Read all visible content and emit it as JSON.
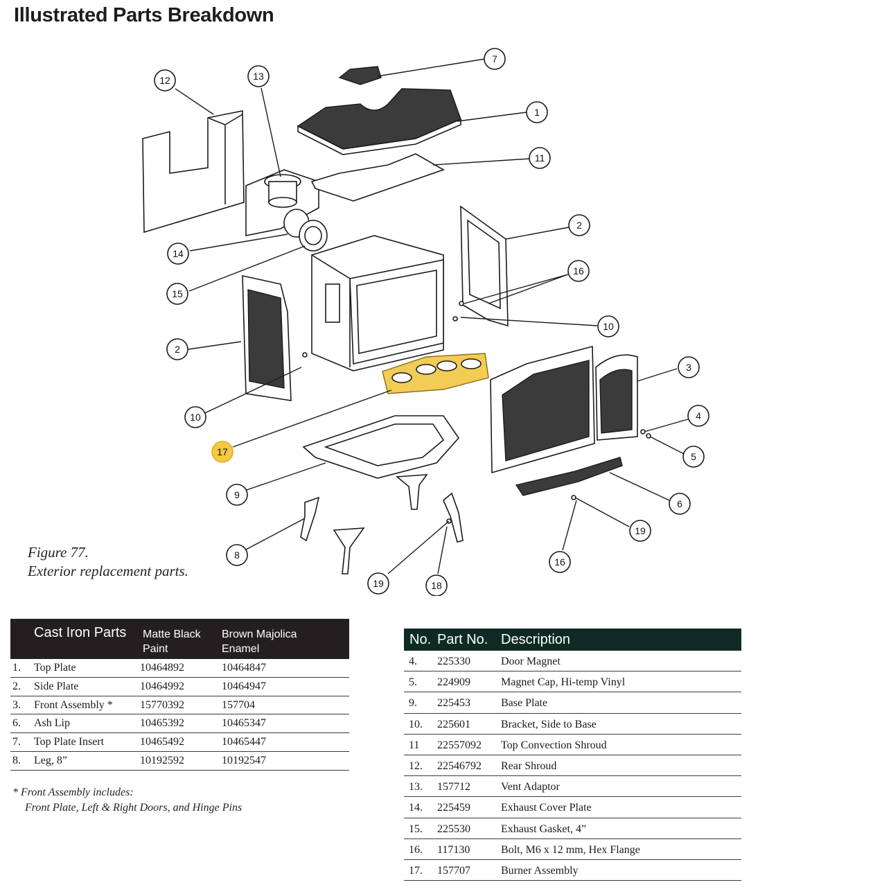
{
  "title": "Illustrated Parts Breakdown",
  "figure": {
    "label": "Figure 77.",
    "caption": "Exterior replacement parts."
  },
  "callouts": [
    "1",
    "2",
    "2",
    "3",
    "4",
    "5",
    "6",
    "7",
    "8",
    "9",
    "10",
    "10",
    "11",
    "12",
    "13",
    "14",
    "15",
    "16",
    "16",
    "17",
    "18",
    "19",
    "19"
  ],
  "highlight_color": "#f5c842",
  "cast_iron": {
    "header": {
      "name": "Cast Iron Parts",
      "matte_black": [
        "Matte Black",
        "Paint"
      ],
      "brown_majolica": [
        "Brown Majolica",
        "Enamel"
      ]
    },
    "rows": [
      {
        "no": "1.",
        "name": "Top Plate",
        "matte_black": "10464892",
        "brown_majolica": "10464847"
      },
      {
        "no": "2.",
        "name": "Side Plate",
        "matte_black": "10464992",
        "brown_majolica": "10464947"
      },
      {
        "no": "3.",
        "name": "Front Assembly *",
        "matte_black": "15770392",
        "brown_majolica": "157704"
      },
      {
        "no": "6.",
        "name": "Ash Lip",
        "matte_black": "10465392",
        "brown_majolica": "10465347"
      },
      {
        "no": "7.",
        "name": "Top Plate Insert",
        "matte_black": "10465492",
        "brown_majolica": "10465447"
      },
      {
        "no": "8.",
        "name": "Leg, 8”",
        "matte_black": "10192592",
        "brown_majolica": "10192547"
      }
    ],
    "note": [
      "*  Front Assembly includes:",
      "Front Plate, Left & Right Doors, and Hinge Pins"
    ]
  },
  "parts": {
    "header": {
      "no": "No.",
      "part_no": "Part No.",
      "description": "Description"
    },
    "rows": [
      {
        "no": "4.",
        "part_no": "225330",
        "description": "Door Magnet"
      },
      {
        "no": "5.",
        "part_no": "224909",
        "description": "Magnet Cap, Hi-temp Vinyl"
      },
      {
        "no": "9.",
        "part_no": "225453",
        "description": "Base Plate"
      },
      {
        "no": "10.",
        "part_no": "225601",
        "description": "Bracket, Side to Base"
      },
      {
        "no": "11",
        "part_no": "22557092",
        "description": "Top Convection Shroud"
      },
      {
        "no": "12.",
        "part_no": "22546792",
        "description": "Rear Shroud"
      },
      {
        "no": "13.",
        "part_no": "157712",
        "description": "Vent Adaptor"
      },
      {
        "no": "14.",
        "part_no": "225459",
        "description": "Exhaust Cover Plate"
      },
      {
        "no": "15.",
        "part_no": "225530",
        "description": "Exhaust Gasket, 4”"
      },
      {
        "no": "16.",
        "part_no": "117130",
        "description": "Bolt, M6 x 12 mm, Hex Flange"
      },
      {
        "no": "17.",
        "part_no": "157707",
        "description": "Burner Assembly"
      }
    ]
  }
}
